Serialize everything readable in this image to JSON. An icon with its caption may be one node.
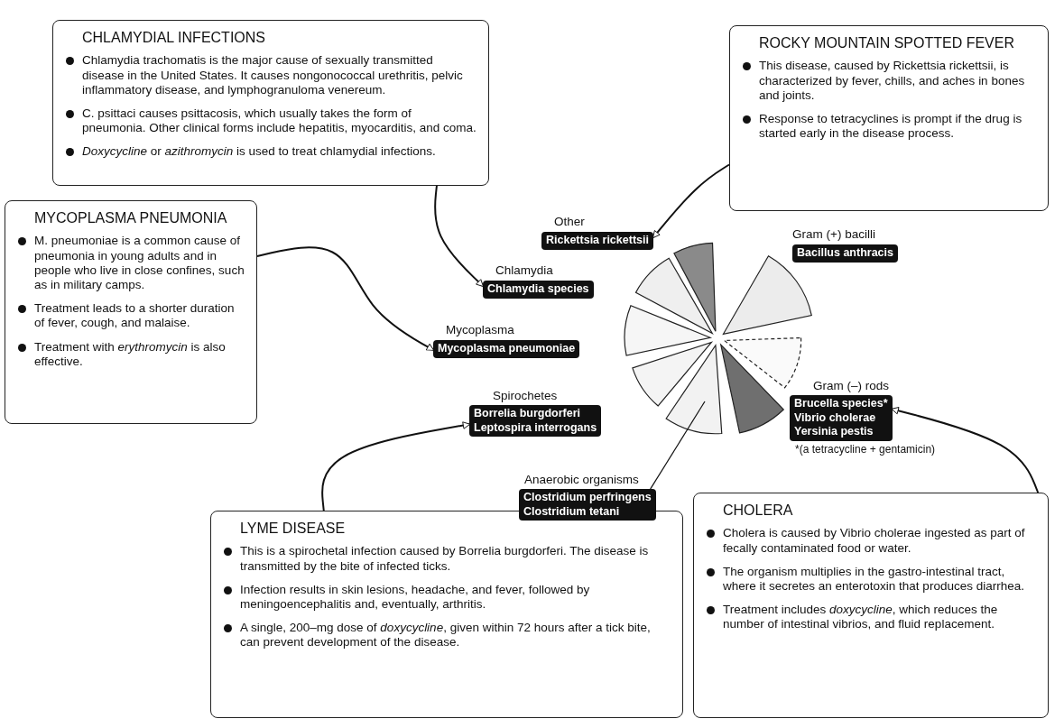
{
  "diagram": {
    "nodes": [
      {
        "text": [
          "CHLAMYDIAL INFECTIONS",
          "Chlamydia trachomatis is the major cause of sexually transmitted disease in the United States. It causes nongonococcal urethritis, pelvic inflammatory disease, and lymphogranuloma venereum.",
          "C. psittaci causes psittacosis, which usually takes the form of pneumonia. Other clinical forms include hepatitis, myocarditis, and coma.",
          "*Doxycycline* or *azithromycin* is used to treat chlamydial infections."
        ]
      },
      {
        "text": [
          "ROCKY MOUNTAIN SPOTTED FEVER",
          "This disease, caused by Rickettsia rickettsii, is characterized by fever, chills, and aches in bones and joints.",
          "Response to tetracyclines is prompt if the drug is started early in the disease process."
        ]
      },
      {
        "text": [
          "MYCOPLASMA PNEUMONIA",
          "M. pneumoniae is a common cause of pneumonia in young adults and in people who live in close confines, such as in military camps.",
          "Treatment leads to a shorter duration of fever, cough, and malaise.",
          "Treatment with *erythromycin* is also effective."
        ]
      },
      {
        "text": [
          "LYME DISEASE",
          "This is a spirochetal infection caused by Borrelia burgdorferi. The disease is transmitted by the bite of infected ticks.",
          "Infection results in skin lesions, headache, and fever, followed by meningoencephalitis and, eventually, arthritis.",
          "A single, 200–mg dose of *doxycycline*, given within 72 hours after a tick bite, can prevent development of the disease."
        ]
      },
      {
        "text": [
          "CHOLERA",
          "Cholera is caused by Vibrio cholerae ingested as part of fecally contaminated food or water.",
          "The organism multiplies in the gastro-intestinal tract, where it secretes an enterotoxin that produces diarrhea.",
          "Treatment includes *doxycycline*, which reduces the number of intestinal vibrios, and fluid replacement."
        ]
      },
      {
        "text": [
          "Other",
          "Rickettsia rickettsii"
        ]
      },
      {
        "text": [
          "Chlamydia",
          "Chlamydia species"
        ]
      },
      {
        "text": [
          "Gram (+) bacilli",
          "Bacillus anthracis"
        ]
      },
      {
        "text": [
          "Mycoplasma",
          "Mycoplasma pneumoniae"
        ]
      },
      {
        "text": [
          "Spirochetes",
          "Borrelia burgdorferi",
          "Leptospira interrogans"
        ]
      },
      {
        "text": [
          "Gram (–) rods",
          "Brucella species*",
          "Vibrio cholerae",
          "Yersinia pestis"
        ],
        "beside": [
          "*(a tetracycline + gentamicin)"
        ]
      },
      {
        "text": [
          "Anaerobic organisms",
          "Clostridium perfringens",
          "Clostridium tetani"
        ]
      }
    ],
    "edges": [
      {
        "from": 0,
        "to": 6,
        "arrow": "to"
      },
      {
        "from": 1,
        "to": 5,
        "arrow": "to"
      },
      {
        "from": 2,
        "to": 8,
        "arrow": "to"
      },
      {
        "from": 3,
        "to": 9,
        "arrow": "to"
      },
      {
        "from": 4,
        "to": 10,
        "arrow": "to"
      },
      {
        "from": 11,
        "to": null,
        "arrow": "none"
      }
    ]
  }
}
